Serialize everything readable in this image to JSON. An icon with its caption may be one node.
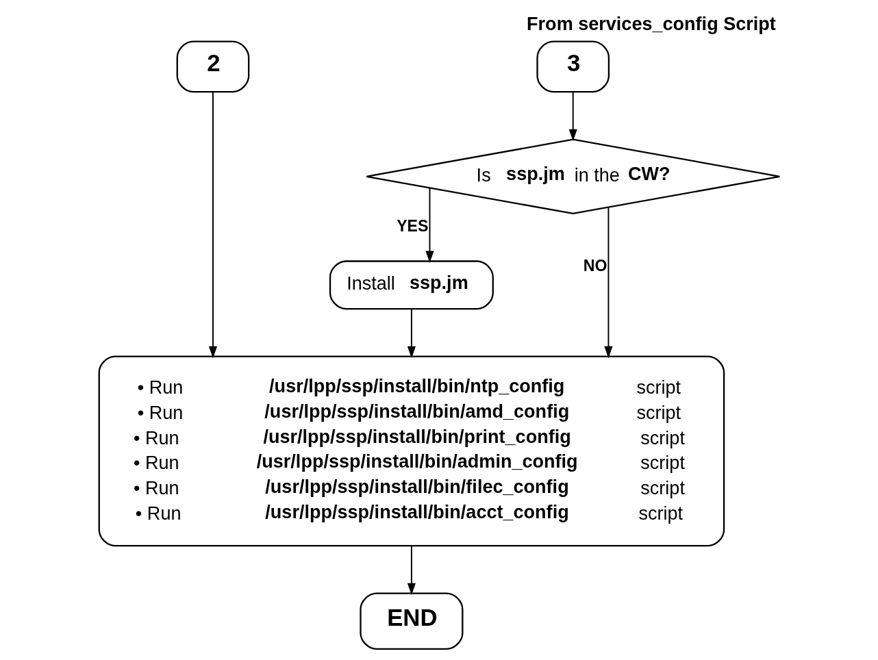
{
  "diagram": {
    "title": "From services_config Script",
    "nodes": [
      {
        "text": [
          "2"
        ]
      },
      {
        "text": [
          "3"
        ]
      },
      {
        "text": [
          "Is **ssp.jm** in the **CW?**"
        ]
      },
      {
        "text": [
          "Install **ssp.jm**"
        ]
      },
      {
        "text": [
          "• Run **/usr/lpp/ssp/install/bin/ntp_config** script",
          "• Run **/usr/lpp/ssp/install/bin/amd_config** script",
          "• Run **/usr/lpp/ssp/install/bin/print_config** script",
          "• Run **/usr/lpp/ssp/install/bin/admin_config** script",
          "• Run **/usr/lpp/ssp/install/bin/filec_config** script",
          "• Run **/usr/lpp/ssp/install/bin/acct_config** script"
        ]
      },
      {
        "text": [
          "END"
        ]
      }
    ],
    "edges": [
      {
        "from": 1,
        "to": 2,
        "arrow": "to"
      },
      {
        "from": 2,
        "to": 4,
        "arrow": "to",
        "label": "NO"
      },
      {
        "from": 2,
        "to": 3,
        "arrow": "to",
        "label": "YES"
      },
      {
        "from": 3,
        "to": 4,
        "arrow": "to"
      },
      {
        "from": 0,
        "to": 4,
        "arrow": "to"
      },
      {
        "from": 4,
        "to": 5,
        "arrow": "to"
      }
    ]
  }
}
